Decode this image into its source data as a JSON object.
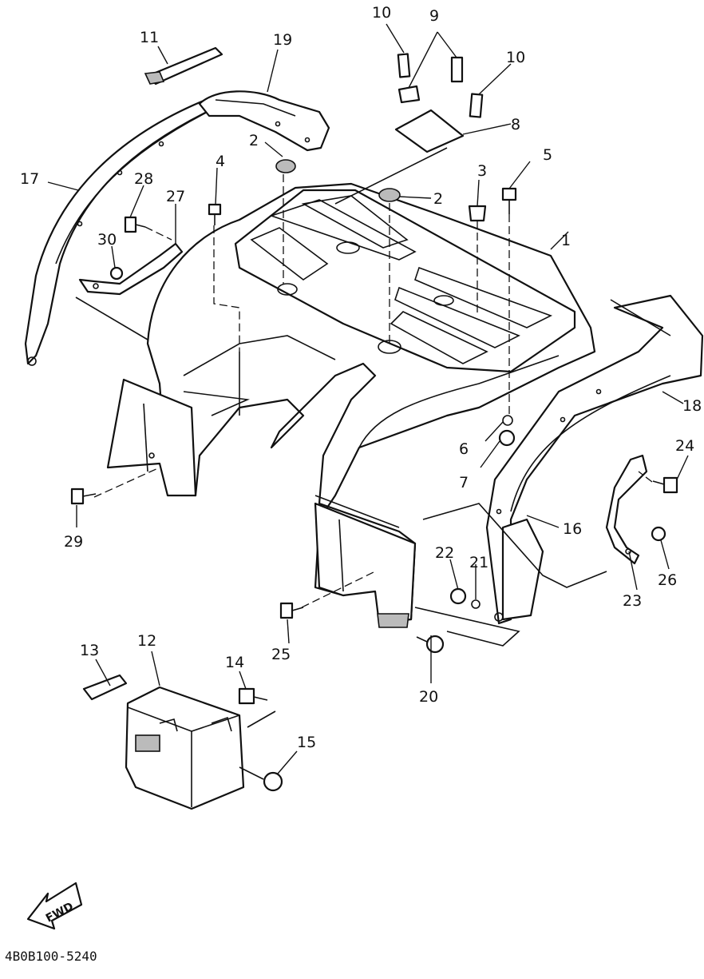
{
  "diagram": {
    "part_numbers": [
      "1",
      "2",
      "2",
      "3",
      "4",
      "5",
      "6",
      "7",
      "8",
      "9",
      "10",
      "10",
      "11",
      "12",
      "13",
      "14",
      "15",
      "16",
      "17",
      "18",
      "19",
      "20",
      "21",
      "22",
      "23",
      "24",
      "25",
      "26",
      "27",
      "28",
      "29",
      "30"
    ],
    "fwd_label": "FWD",
    "drawing_code": "4B0B100-5240"
  }
}
